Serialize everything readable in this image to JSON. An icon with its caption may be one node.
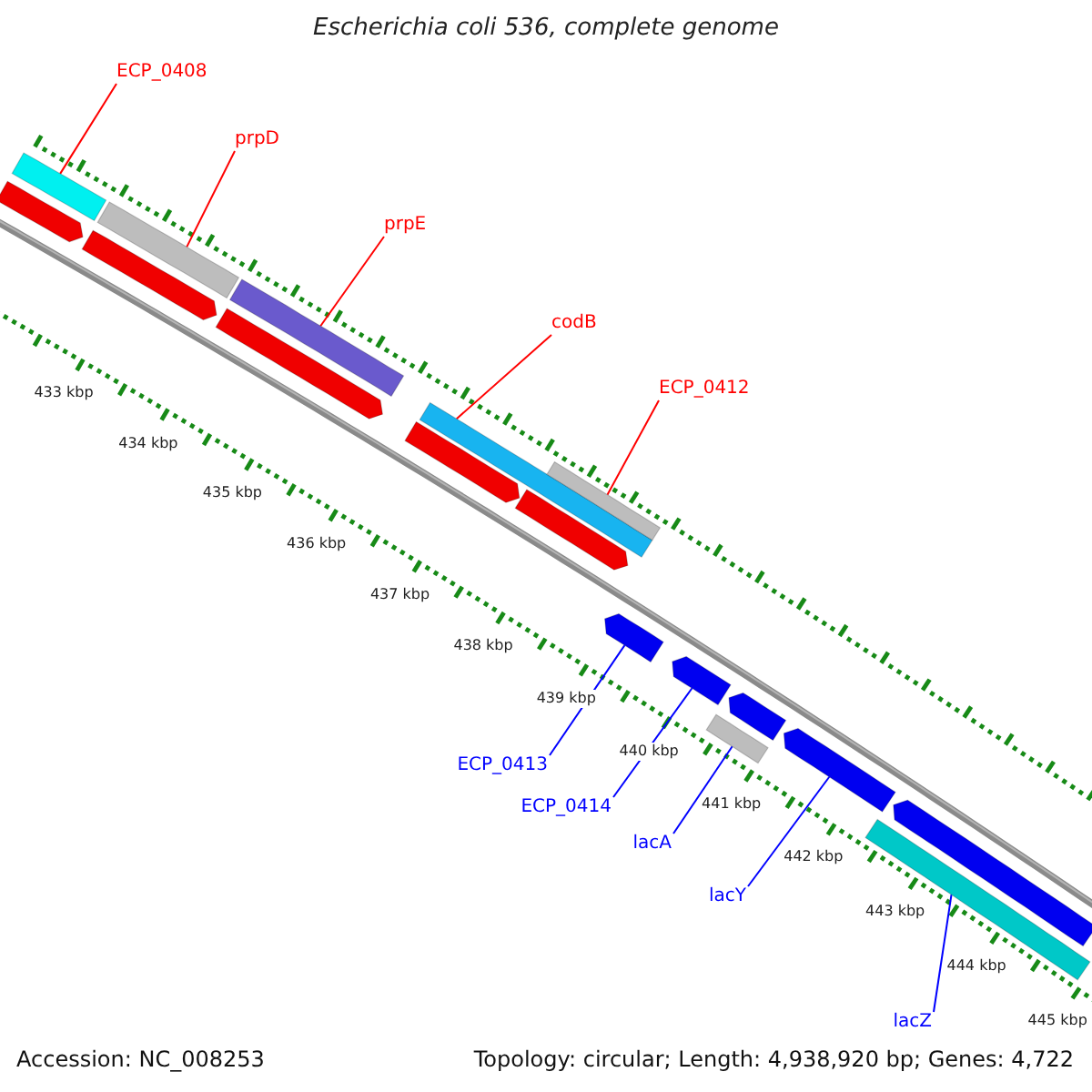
{
  "diagram": {
    "title": "Escherichia coli 536, complete genome",
    "nodes": [
      {
        "text": [
          "ECP_0408"
        ]
      },
      {
        "text": [
          "prpD"
        ]
      },
      {
        "text": [
          "prpE"
        ]
      },
      {
        "text": [
          "codB"
        ]
      },
      {
        "text": [
          "ECP_0412"
        ]
      },
      {
        "text": [
          "ECP_0413"
        ]
      },
      {
        "text": [
          "ECP_0414"
        ]
      },
      {
        "text": [
          "lacA"
        ]
      },
      {
        "text": [
          "lacY"
        ]
      },
      {
        "text": [
          "lacZ"
        ]
      },
      {
        "text": [],
        "shape": "bar"
      },
      {
        "text": [],
        "shape": "bar"
      },
      {
        "text": [],
        "shape": "bar"
      },
      {
        "text": [],
        "shape": "bar"
      },
      {
        "text": [],
        "shape": "bar"
      },
      {
        "text": [],
        "shape": "arrow"
      },
      {
        "text": [],
        "shape": "arrow"
      },
      {
        "text": [],
        "shape": "arrow"
      },
      {
        "text": [],
        "shape": "arrow"
      },
      {
        "text": [],
        "shape": "arrow"
      },
      {
        "text": [],
        "shape": "arrow"
      },
      {
        "text": [],
        "shape": "arrow"
      },
      {
        "text": [],
        "shape": "arrow"
      },
      {
        "text": [],
        "shape": "arrow"
      },
      {
        "text": [],
        "shape": "arrow"
      },
      {
        "text": [],
        "shape": "bar"
      },
      {
        "text": [],
        "shape": "bar"
      }
    ],
    "edges": [
      {
        "from": 0,
        "to": 10,
        "arrow": "none"
      },
      {
        "from": 1,
        "to": 11,
        "arrow": "none"
      },
      {
        "from": 2,
        "to": 12,
        "arrow": "none"
      },
      {
        "from": 3,
        "to": 13,
        "arrow": "none"
      },
      {
        "from": 4,
        "to": 14,
        "arrow": "none"
      },
      {
        "from": 5,
        "to": 15,
        "arrow": "none",
        "color": "#0000ff"
      },
      {
        "from": 6,
        "to": 16,
        "arrow": "none",
        "color": "#0000ff"
      },
      {
        "from": 7,
        "to": 25,
        "arrow": "none",
        "color": "#0000ff"
      },
      {
        "from": 8,
        "to": 18,
        "arrow": "none",
        "color": "#0000ff"
      },
      {
        "from": 9,
        "to": 26,
        "arrow": "none",
        "color": "#0000ff"
      }
    ],
    "labels": [
      "433 kbp",
      "434 kbp",
      "435 kbp",
      "436 kbp",
      "437 kbp",
      "438 kbp",
      "439 kbp",
      "440 kbp",
      "441 kbp",
      "442 kbp",
      "443 kbp",
      "444 kbp",
      "445 kbp",
      "Accession: NC_008253",
      "Topology: circular; Length: 4,938,920 bp; Genes: 4,722"
    ]
  }
}
